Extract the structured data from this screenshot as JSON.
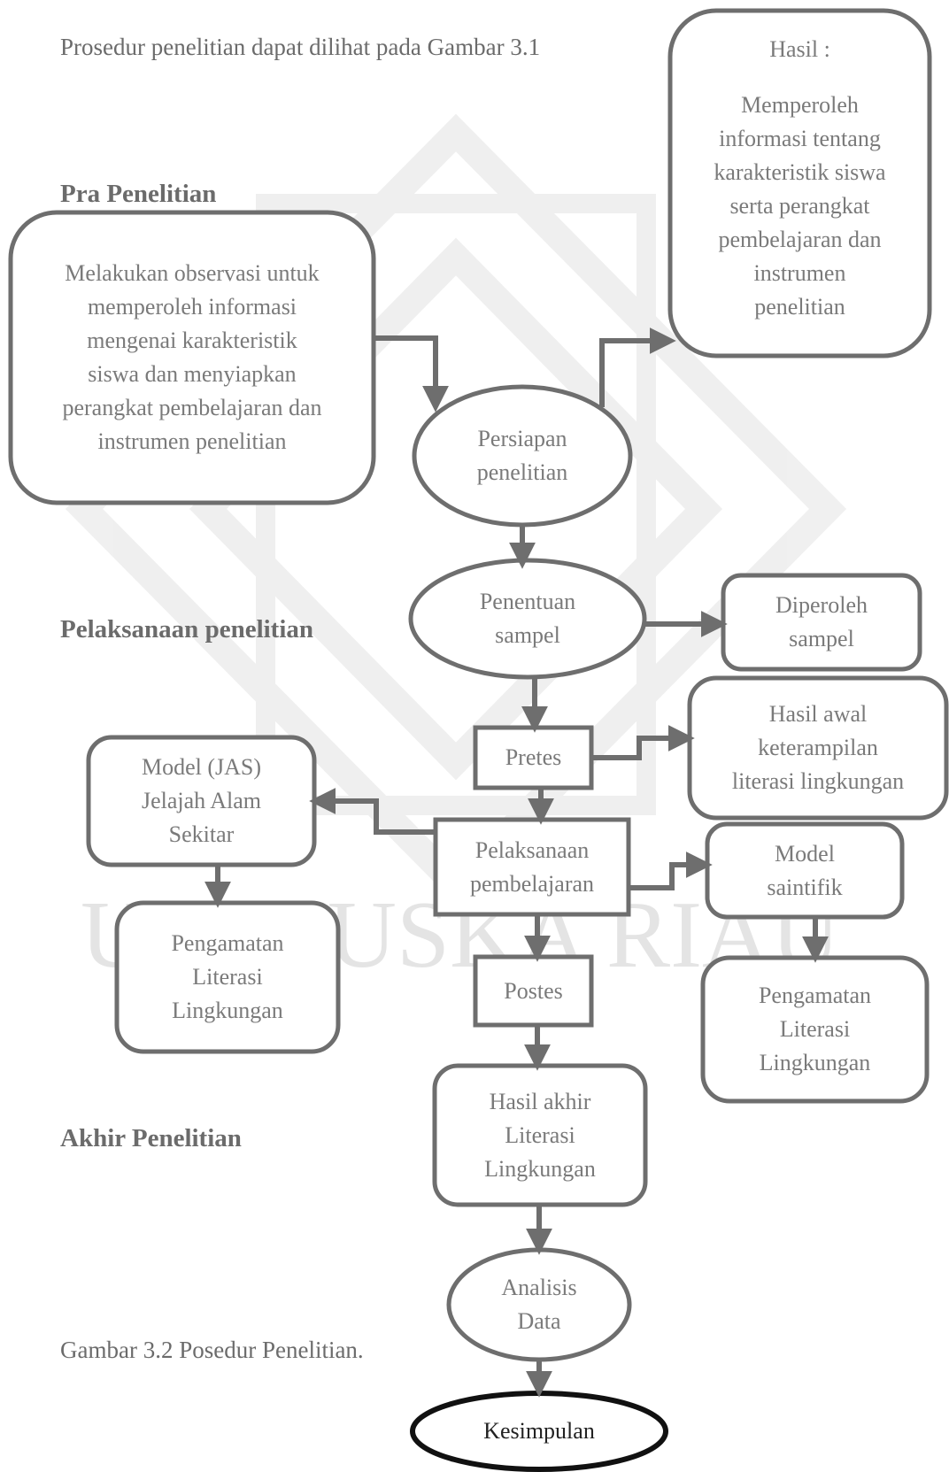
{
  "intro_text": "Prosedur penelitian dapat dilihat pada Gambar 3.1",
  "phases": {
    "pra": "Pra Penelitian",
    "pelaksanaan": "Pelaksanaan penelitian",
    "akhir": "Akhir Penelitian"
  },
  "nodes": {
    "observasi": "Melakukan observasi untuk\nmemperoleh informasi\nmengenai karakteristik\nsiswa dan menyiapkan\nperangkat pembelajaran dan\ninstrumen penelitian",
    "hasil_title": "Hasil :",
    "hasil_body": "Memperoleh\ninformasi tentang\nkarakteristik siswa\nserta perangkat\npembelajaran dan\ninstrumen\npenelitian",
    "persiapan": "Persiapan\npenelitian",
    "penentuan": "Penentuan\nsampel",
    "diperoleh": "Diperoleh\nsampel",
    "pretes": "Pretes",
    "hasil_awal": "Hasil awal\nketerampilan\nliterasi lingkungan",
    "model_jas": "Model (JAS)\nJelajah Alam\nSekitar",
    "pelaksanaan": "Pelaksanaan\npembelajaran",
    "model_saintifik": "Model\nsaintifik",
    "pengamatan_left": "Pengamatan\nLiterasi\nLingkungan",
    "postes": "Postes",
    "pengamatan_right": "Pengamatan\nLiterasi\nLingkungan",
    "hasil_akhir": "Hasil akhir\nLiterasi\nLingkungan",
    "analisis": "Analisis\nData",
    "kesimpulan": "Kesimpulan"
  },
  "watermark_text": "UIN SUSKA RIAU",
  "caption": "Gambar 3.2 Posedur Penelitian.",
  "colors": {
    "stroke": "#6e6e6e",
    "text": "#7a7a7a",
    "watermark": "#d7d7d7"
  }
}
